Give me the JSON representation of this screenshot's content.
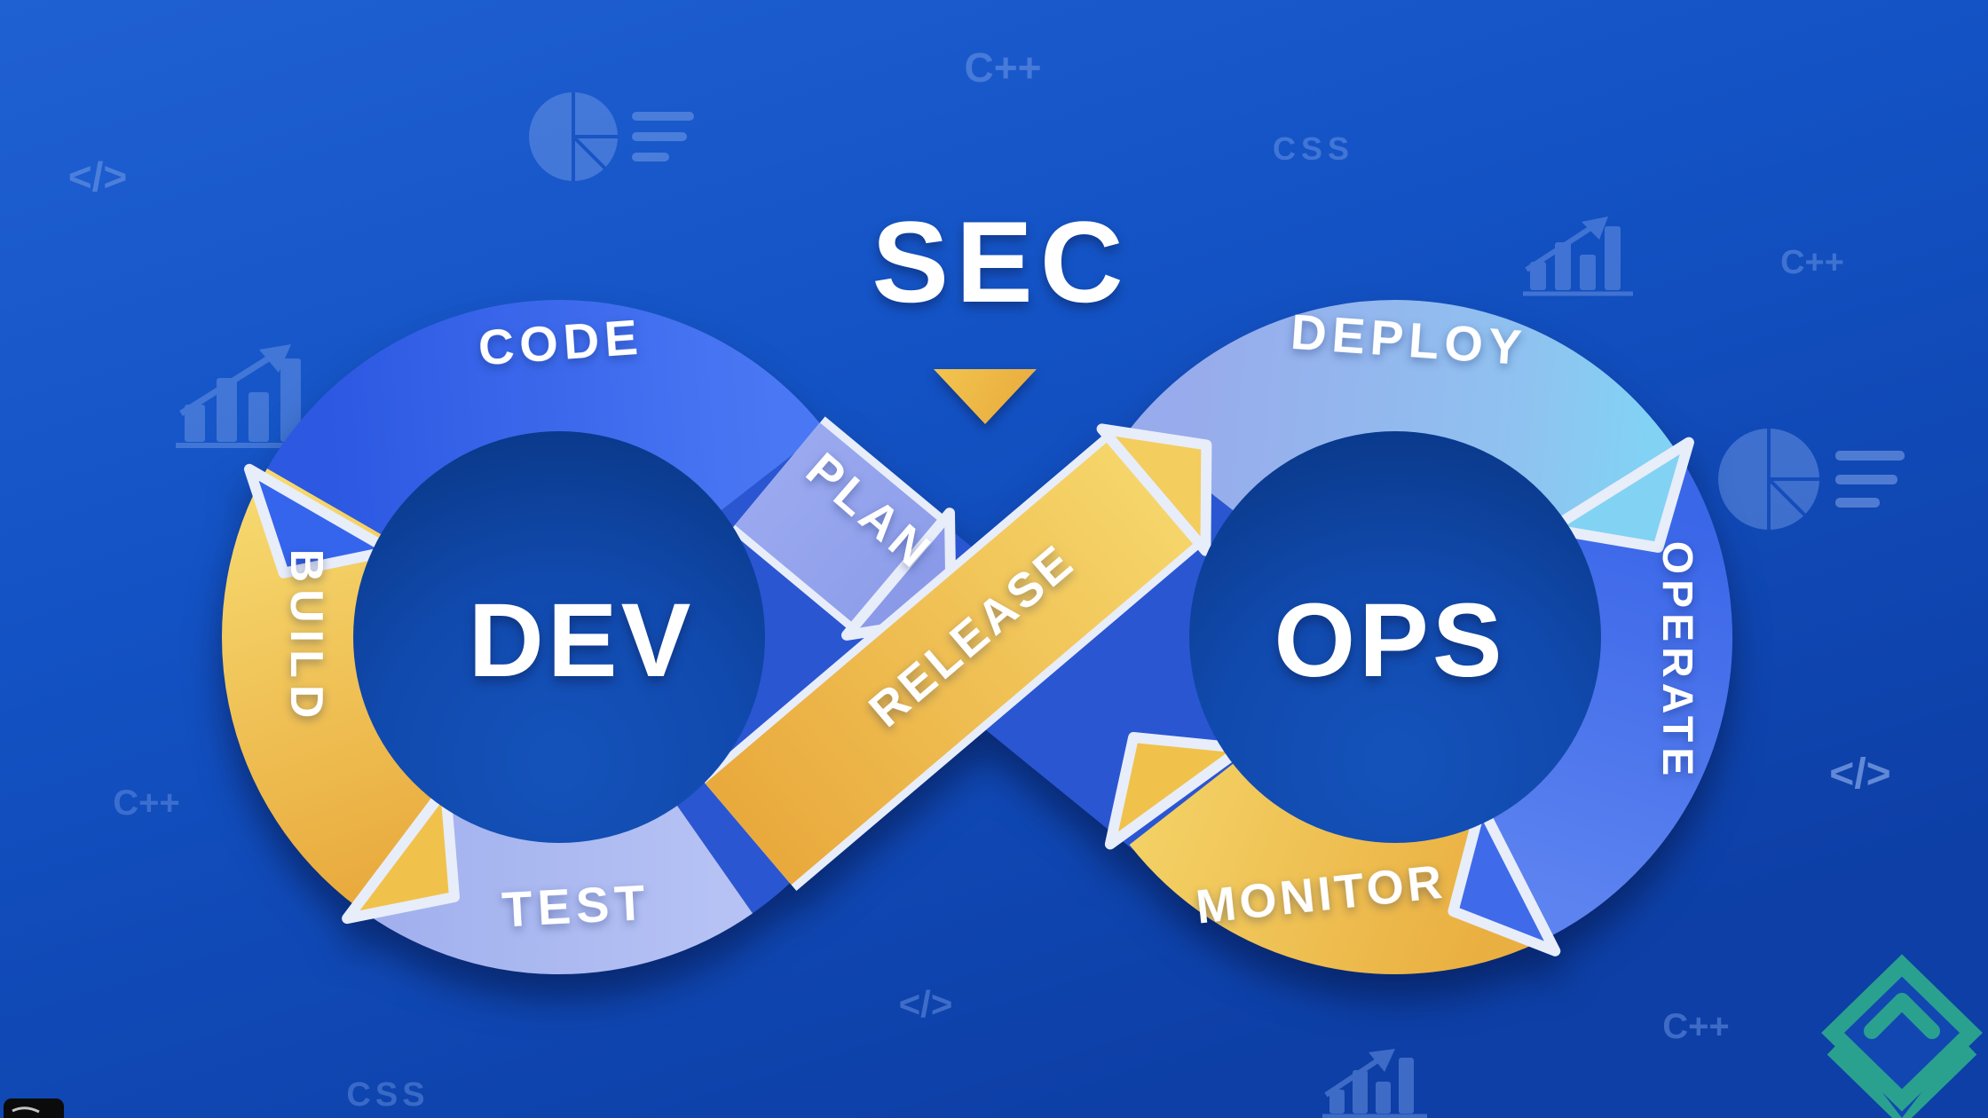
{
  "diagram": {
    "security_label": "SEC",
    "dev_label": "DEV",
    "ops_label": "OPS",
    "stages": {
      "plan": "PLAN",
      "code": "CODE",
      "build": "BUILD",
      "test": "TEST",
      "release": "RELEASE",
      "deploy": "DEPLOY",
      "operate": "OPERATE",
      "monitor": "MONITOR"
    }
  },
  "background_decorations": {
    "cpp_label": "C++",
    "css_label": "CSS",
    "code_tag_label": "</>"
  },
  "colors": {
    "canvas_top": "#1e5dd0",
    "canvas_bottom": "#0d3fa6",
    "loop_body_blue": "#2a56d2",
    "code_blue": "#3565ec",
    "gold": "#eeb442",
    "gold_light": "#f6d76c",
    "plan_periwinkle": "#93a3ec",
    "test_periwinkle": "#abbaf0",
    "deploy_periwinkle": "#98abec",
    "deploy_cyan": "#82d2f4",
    "operate_blue": "#4a73ea",
    "inner_disc_blue": "#114ab0",
    "label_white": "#ffffff",
    "faint_icon_blue": "#6e97e6",
    "logo_teal": "#2aa18f"
  }
}
